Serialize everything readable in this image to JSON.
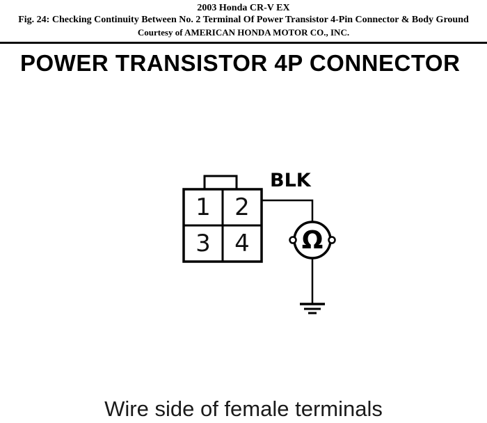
{
  "page": {
    "background": "#ffffff",
    "line_color": "#000000"
  },
  "header": {
    "vehicle": "2003 Honda CR-V EX",
    "figure_caption": "Fig. 24: Checking Continuity Between No. 2 Terminal Of Power Transistor 4-Pin Connector & Body Ground",
    "courtesy": "Courtesy of AMERICAN HONDA MOTOR CO., INC."
  },
  "diagram": {
    "title": "POWER TRANSISTOR 4P CONNECTOR",
    "wire_color_label": "BLK",
    "terminals": [
      "1",
      "2",
      "3",
      "4"
    ],
    "meter_symbol": "Ω",
    "caption": "Wire side of female terminals"
  }
}
